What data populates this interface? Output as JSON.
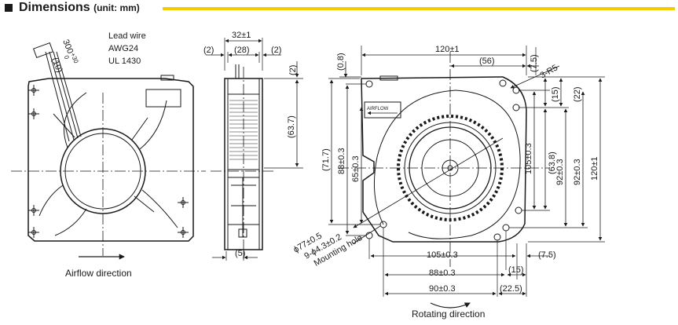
{
  "header": {
    "title": "Dimensions",
    "unit": "(unit: mm)",
    "accent_color": "#f2cc00"
  },
  "front_view": {
    "lead_wire_lines": [
      "Lead wire",
      "AWG24",
      "UL 1430"
    ],
    "lead_length": "300",
    "lead_tolerance_plus": "+30",
    "lead_tolerance_minus": "0",
    "strip_length": "(10)",
    "caption": "Airflow direction"
  },
  "side_view": {
    "overall_depth": "32±1",
    "body_depth": "(28)",
    "left_flange": "(2)",
    "right_flange": "(2)",
    "top_offset": "(2)",
    "height": "(63.7)",
    "bottom_dim": "(5)"
  },
  "top_view": {
    "width": "120±1",
    "center_offset": "(56)",
    "corner_offset": "(7.5)",
    "corner_radius": "3-R5",
    "top_edge": "(0.8)",
    "height_left": "(71.7)",
    "pitch_88_v": "88±0.3",
    "pitch_65_v": "65±0.3",
    "right_15": "(15)",
    "right_22": "(22)",
    "pitch_105_v": "105±0.3",
    "right_63_8": "(63.8)",
    "pitch_92_v": "92±0.3",
    "pitch_92_v2": "92±0.3",
    "height_right": "120±1",
    "impeller_dia": "ϕ77±0.5",
    "hole_spec": "9-ϕ4.3±0.2",
    "hole_label": "Mounting hole",
    "airflow_label": "AIRFLOW",
    "pitch_105_h": "105±0.3",
    "right_7_5": "(7.5)",
    "pitch_88_h": "88±0.3",
    "bottom_15": "(15)",
    "pitch_90_h": "90±0.3",
    "bottom_22_5": "(22.5)",
    "caption": "Rotating direction"
  }
}
